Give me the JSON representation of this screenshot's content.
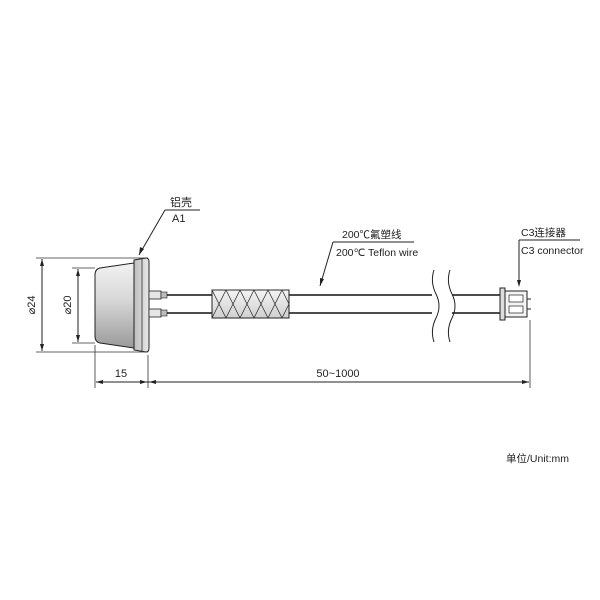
{
  "labels": {
    "shell_cn": "铝壳",
    "shell_code": "A1",
    "wire_cn": "200℃氟塑线",
    "wire_en": "200℃ Teflon wire",
    "connector_cn": "C3连接器",
    "connector_en": "C3 connector",
    "unit": "单位/Unit:mm"
  },
  "dimensions": {
    "outer_diameter": "⌀24",
    "inner_diameter": "⌀20",
    "shell_length": "15",
    "wire_length": "50~1000"
  },
  "colors": {
    "line": "#222222",
    "shell_fill": "#dcdcdc",
    "background": "#ffffff"
  }
}
